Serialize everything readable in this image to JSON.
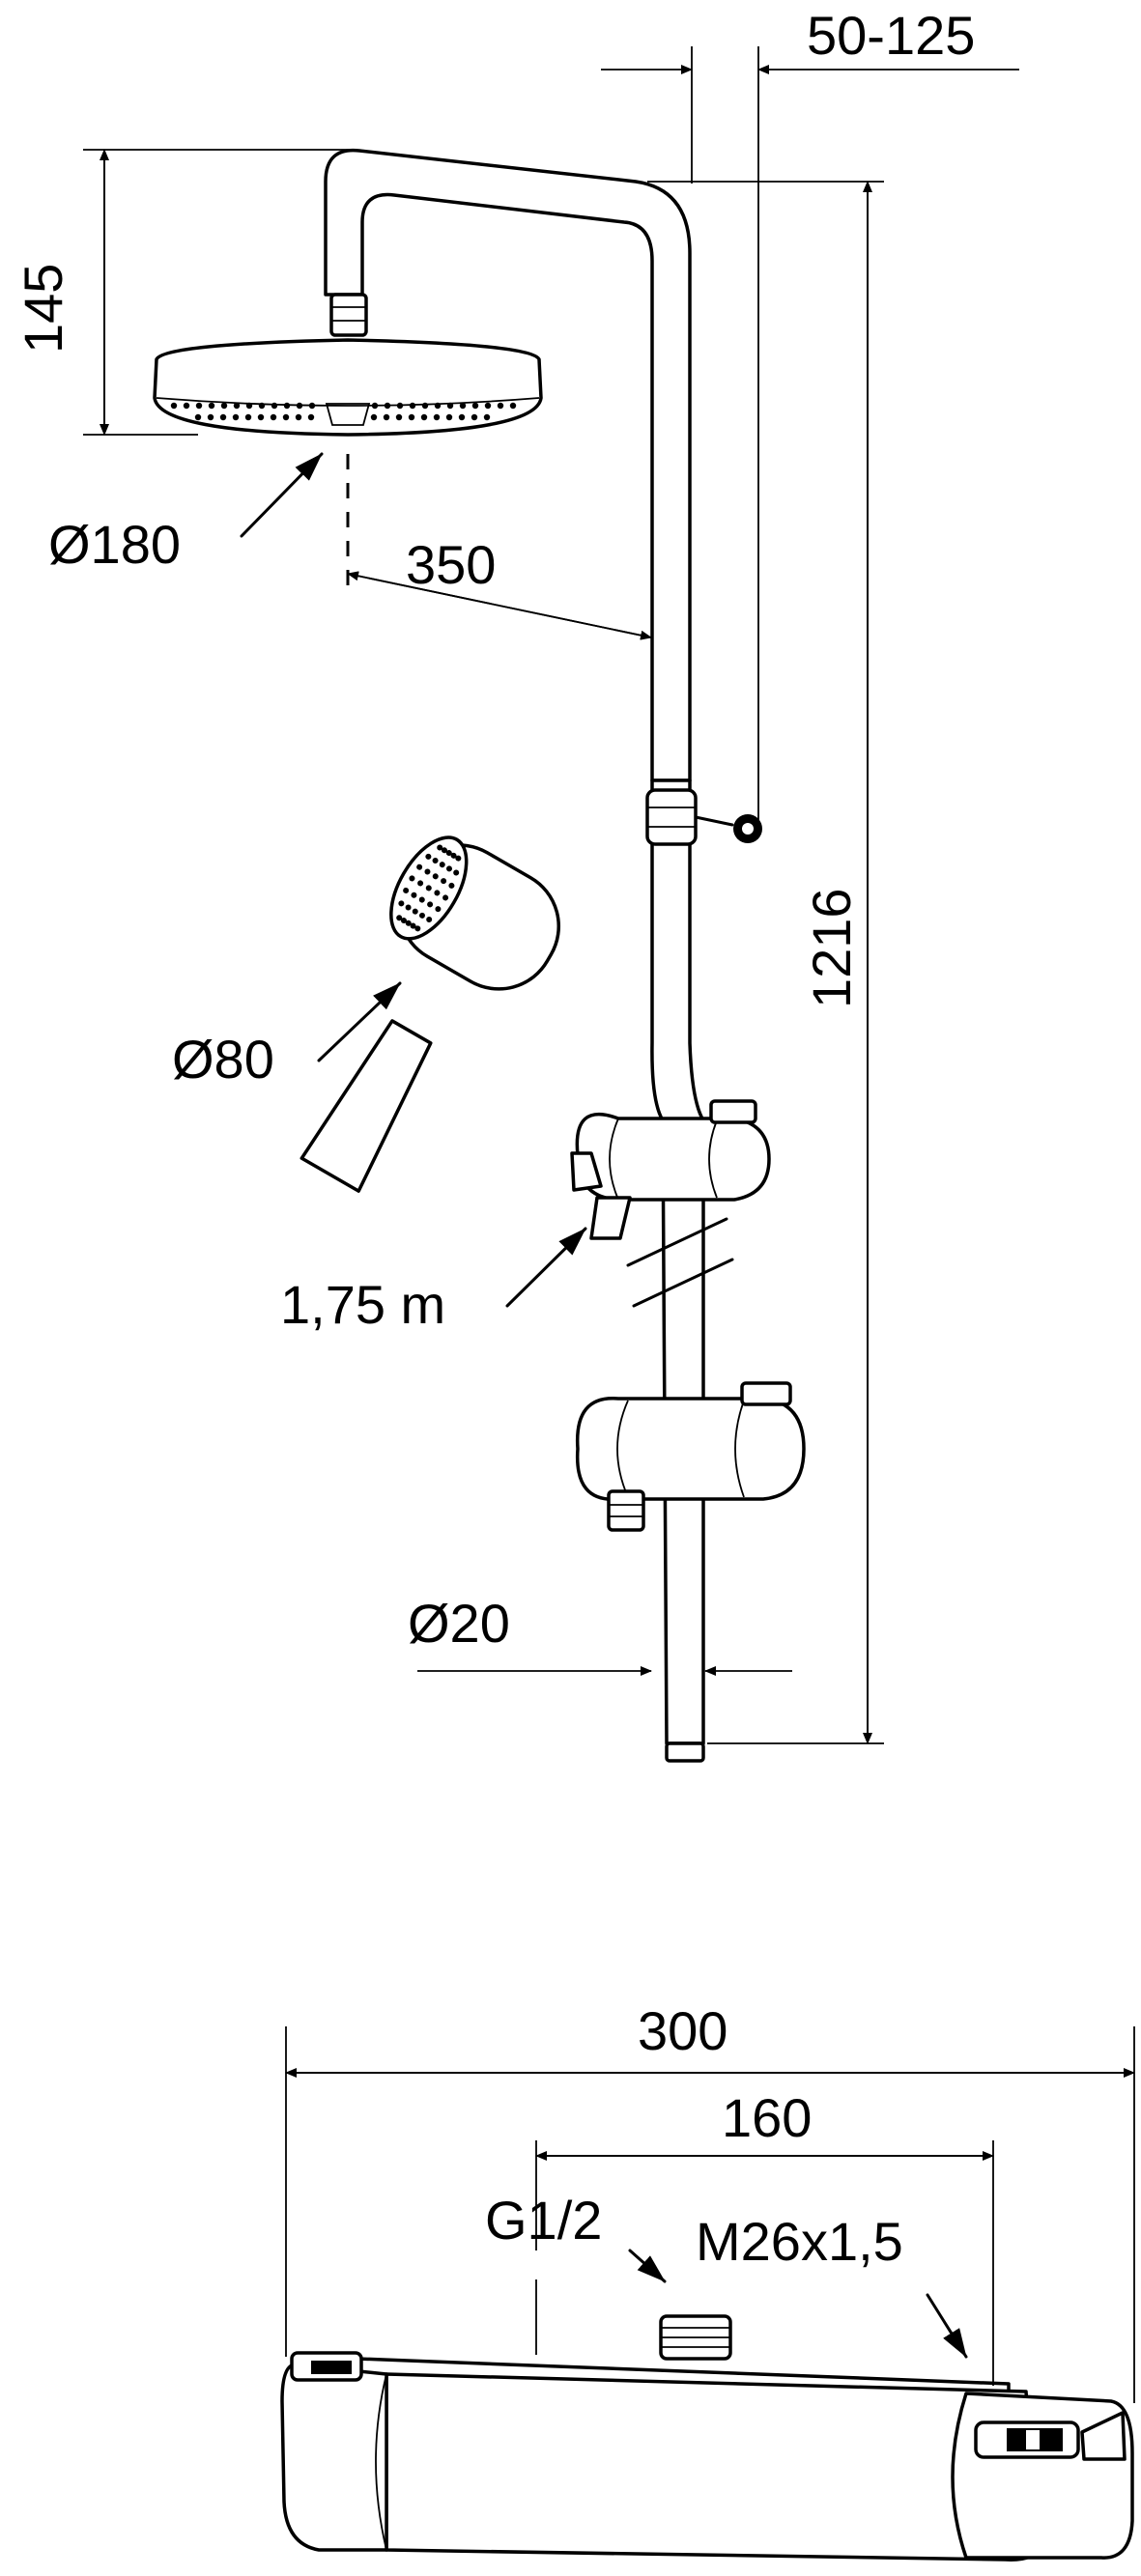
{
  "dimensions": {
    "arm_offset": "50-125",
    "head_height": "145",
    "head_diameter": "Ø180",
    "arm_reach": "350",
    "riser_length": "1216",
    "hand_diameter": "Ø80",
    "hose_length": "1,75 m",
    "rail_diameter": "Ø20",
    "mixer_width": "300",
    "inlet_spacing": "160",
    "inlet_thread": "G1/2",
    "outlet_thread": "M26x1,5"
  },
  "colors": {
    "line": "#000000",
    "background": "#ffffff"
  }
}
